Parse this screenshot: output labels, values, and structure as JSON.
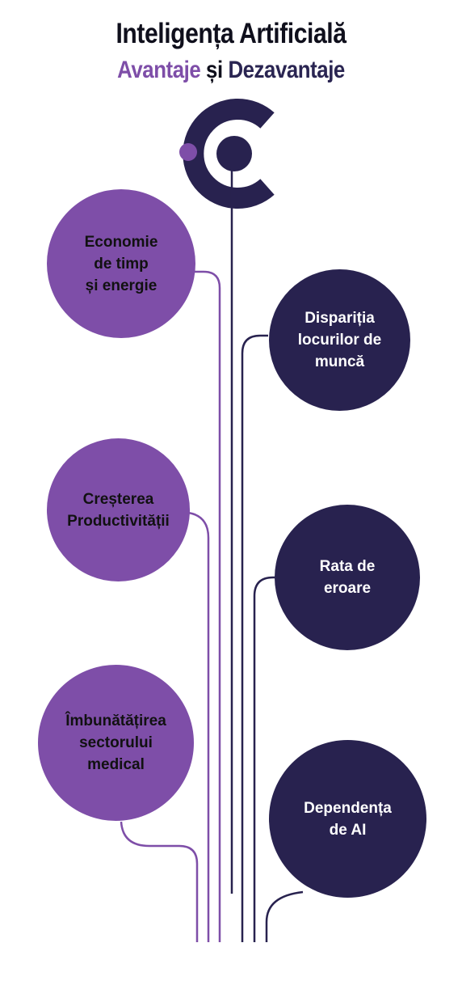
{
  "header": {
    "title": "Inteligența Artificială",
    "subtitle_pro": "Avantaje",
    "subtitle_and": " și ",
    "subtitle_con": "Dezavantaje"
  },
  "colors": {
    "pro": "#7e4ea8",
    "con": "#28224f",
    "line": "#28224f"
  },
  "logo": {
    "icon": "c-logo-icon"
  },
  "advantages": [
    {
      "label": "Economie\nde timp\nși energie"
    },
    {
      "label": "Creșterea\nProductivității"
    },
    {
      "label": "Îmbunătățirea\nsectorului\nmedical"
    }
  ],
  "disadvantages": [
    {
      "label": "Dispariția\nlocurilor de\nmuncă"
    },
    {
      "label": "Rata de\neroare"
    },
    {
      "label": "Dependența\nde AI"
    }
  ]
}
